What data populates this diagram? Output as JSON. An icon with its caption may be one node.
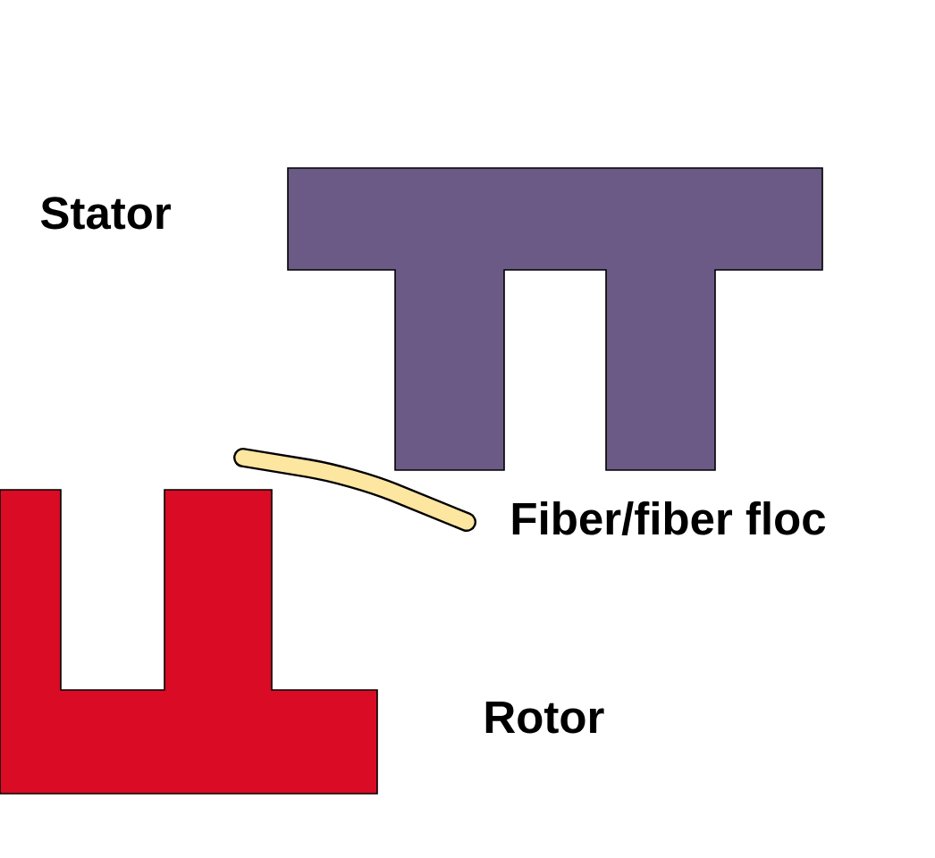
{
  "diagram": {
    "nodes": [
      {
        "text": [],
        "shape": "picture"
      },
      {
        "text": [],
        "shape": "picture"
      }
    ],
    "labels": [
      "Stator",
      "Fiber/fiber floc",
      "Rotor"
    ]
  }
}
